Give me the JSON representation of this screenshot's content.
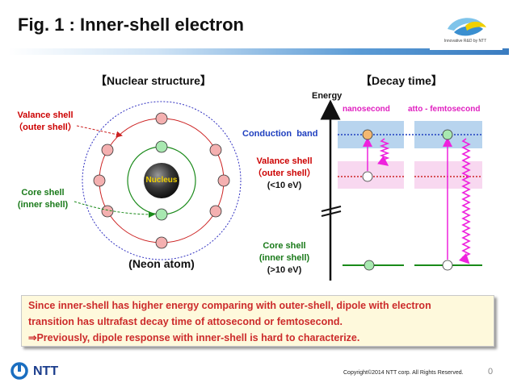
{
  "title": "Fig. 1 : Inner-shell electron",
  "logo": {
    "tagline": "Innovative R&D by NTT"
  },
  "left_panel": {
    "heading": "【Nuclear structure】",
    "valance_label_1": "Valance shell",
    "valance_label_2": "（outer shell）",
    "core_label_1": "Core shell",
    "core_label_2": "(inner shell)",
    "nucleus": "Nucleus",
    "caption": "(Neon atom)"
  },
  "right_panel": {
    "heading": "【Decay time】",
    "energy_axis": "Energy",
    "nanosecond": "nanosecond",
    "atto": "atto - femtosecond",
    "conduction": "Conduction  band",
    "valance_1": "Valance shell",
    "valance_2": "（outer shell）",
    "valance_3": "(<10 eV)",
    "core_1": "Core shell",
    "core_2": "(inner shell)",
    "core_3": "(>10 eV)"
  },
  "note": {
    "line1": "Since inner-shell has higher energy comparing with outer-shell, dipole with electron",
    "line2": "transition has ultrafast decay time of attosecond or femtosecond.",
    "line3": "⇒Previously, dipole response with inner-shell is hard to characterize."
  },
  "footer": {
    "brand": "NTT",
    "copyright": "Copyright©2014  NTT corp. All Rights Reserved.",
    "page": "0"
  },
  "colors": {
    "outer_shell": "#cc2222",
    "inner_shell": "#1a8a1a",
    "electron_green": "#a8e8b0",
    "electron_red": "#f4b0b0",
    "conduction_band": "#b8d4ee",
    "valance_band": "#f8d8f0",
    "magenta": "#ee22dd",
    "note_text": "#cc2b2b"
  }
}
